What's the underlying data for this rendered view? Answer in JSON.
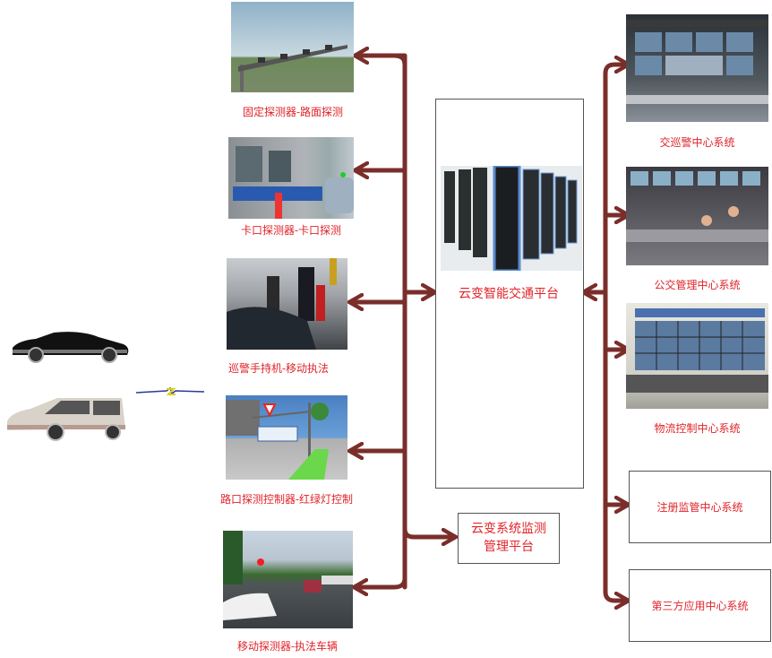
{
  "colors": {
    "connector": "#7a2e2a",
    "label": "#e0242a"
  },
  "detectors": [
    {
      "label": "固定探测器-路面探测",
      "icon": "gantry-camera-photo"
    },
    {
      "label": "卡口探测器-卡口探测",
      "icon": "toll-booth-photo"
    },
    {
      "label": "巡警手持机-移动执法",
      "icon": "police-handheld-photo"
    },
    {
      "label": "路口探测控制器-红绿灯控制",
      "icon": "intersection-signal-photo"
    },
    {
      "label": "移动探测器-执法车辆",
      "icon": "enforcement-vehicle-photo"
    }
  ],
  "platform": {
    "label": "云变智能交通平台",
    "icon": "server-rack-photo"
  },
  "monitor": {
    "line1": "云变系统监测",
    "line2": "管理平台"
  },
  "centers": [
    {
      "label": "交巡警中心系统",
      "icon": "control-room-photo"
    },
    {
      "label": "公交管理中心系统",
      "icon": "operators-photo"
    },
    {
      "label": "物流控制中心系统",
      "icon": "video-wall-photo"
    },
    {
      "label": "注册监管中心系统"
    },
    {
      "label": "第三方应用中心系统"
    }
  ]
}
